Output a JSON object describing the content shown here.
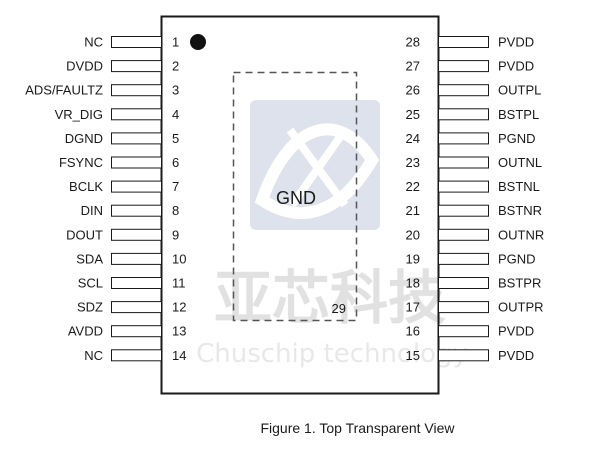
{
  "package": {
    "pad_label": "GND",
    "pad_pin_number": "29",
    "left_pins": [
      {
        "num": "1",
        "name": "NC"
      },
      {
        "num": "2",
        "name": "DVDD"
      },
      {
        "num": "3",
        "name": "ADS/FAULTZ"
      },
      {
        "num": "4",
        "name": "VR_DIG"
      },
      {
        "num": "5",
        "name": "DGND"
      },
      {
        "num": "6",
        "name": "FSYNC"
      },
      {
        "num": "7",
        "name": "BCLK"
      },
      {
        "num": "8",
        "name": "DIN"
      },
      {
        "num": "9",
        "name": "DOUT"
      },
      {
        "num": "10",
        "name": "SDA"
      },
      {
        "num": "11",
        "name": "SCL"
      },
      {
        "num": "12",
        "name": "SDZ"
      },
      {
        "num": "13",
        "name": "AVDD"
      },
      {
        "num": "14",
        "name": "NC"
      }
    ],
    "right_pins": [
      {
        "num": "28",
        "name": "PVDD"
      },
      {
        "num": "27",
        "name": "PVDD"
      },
      {
        "num": "26",
        "name": "OUTPL"
      },
      {
        "num": "25",
        "name": "BSTPL"
      },
      {
        "num": "24",
        "name": "PGND"
      },
      {
        "num": "23",
        "name": "OUTNL"
      },
      {
        "num": "22",
        "name": "BSTNL"
      },
      {
        "num": "21",
        "name": "BSTNR"
      },
      {
        "num": "20",
        "name": "OUTNR"
      },
      {
        "num": "19",
        "name": "PGND"
      },
      {
        "num": "18",
        "name": "BSTPR"
      },
      {
        "num": "17",
        "name": "OUTPR"
      },
      {
        "num": "16",
        "name": "PVDD"
      },
      {
        "num": "15",
        "name": "PVDD"
      }
    ]
  },
  "watermark": {
    "chinese": "亚芯科技",
    "english": "Chuschip technology"
  },
  "caption": "Figure 1. Top Transparent View"
}
